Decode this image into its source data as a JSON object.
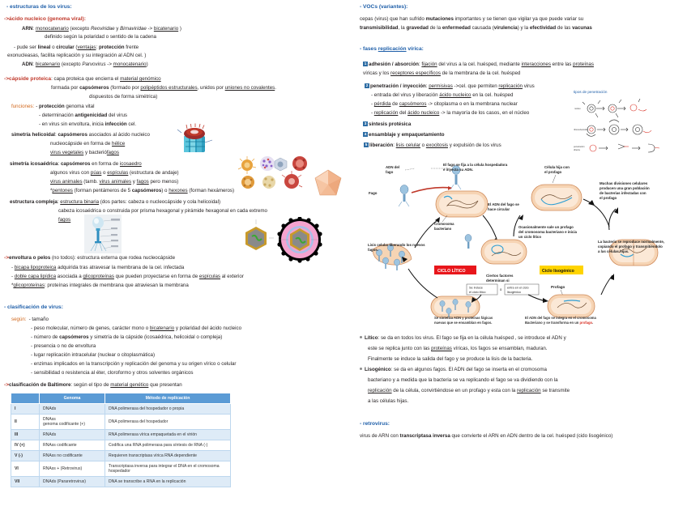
{
  "left": {
    "s1_title": "- estructuras de los virus:",
    "s1_sub1_title": "ácido nucleico (genoma viral):",
    "s1_arn_label": "ARN",
    "s1_arn_text": ": monocatenario (excepto Reoviridae y Birnaviridae -> bicatenario )",
    "s1_arn_line2": "definido según la polaridad o sentido de la cadena",
    "s1_lin_l1": "- pude ser lineal o circular (ventajas: protección frente",
    "s1_lin_l2": "exonucleasas, facilita replicación y su integración al ADN cel. )",
    "s1_adn_label": "ADN",
    "s1_adn_text": ": bicatenario (excepto Parvovirus -> monocatenario)",
    "s2_title": "cápside proteica",
    "s2_l1": ": capa proteica que encierra el material genómico",
    "s2_l2": "formada por capsómeros (formado por polipéptidos estructurales, unidos por uniones no covalentes.",
    "s2_l3": "dispuestos de forma simétrica)",
    "s2_func_label": "funciones:",
    "s2_func1": "- protección genoma vital",
    "s2_func2": "- determinación antigenicidad del virus",
    "s2_func3": "- en virus sin envoltura, inicia infección cel.",
    "helical_title": "simetría helicoidal",
    "helical_l1": ": capsómeros asociados al ácido nucleico",
    "helical_l2": "nucleocápside en forma de hélice",
    "helical_l3": "virus vegetales y bacteriófagos",
    "icos_title": "simetría icosaédrica",
    "icos_l1": ": capsómeros en forma de icosaedro",
    "icos_l2": "algunos virus con púas o espículas (estructura de andaje)",
    "icos_l3": "virus animales (tamb. virus animales y fagos pero menos)",
    "icos_l4": "*pentones (forman pentámeros de 5 capsómeros) o hexones (forman hexámeros)",
    "cplx_title": "estructura compleja",
    "cplx_l1": ": estructura binaria (dos partes: cabeza o nucleocápside y cola helicoidal)",
    "cplx_l2": "cabeza icosaédrica o construida por prisma hexagonal y pirámide hexagonal en cada extremo",
    "cplx_l3": "fagos",
    "env_title": "envoltura o pelos",
    "env_l0": " (no todos): estructura externa que rodea nucleocápside",
    "env_l1": "- bicapa lipoproteica adquirida tras atravesar la membrana de la cel. infectada",
    "env_l2": "- doble capa lipídica asociada a glicoproteínas que pueden proyectarse en forma de espículas al exterior",
    "env_l3": "*glicoproteínas: proteínas integrales de membrana que atraviesan la membrana",
    "clas_title": "- clasificación de virus:",
    "clas_segun": "según:",
    "clas_i1": "- tamaño",
    "clas_i2": "- peso molecular, número de genes, carácter mono o bicatenario y polaridad del ácido nucleico",
    "clas_i3": "- número de capsómeros y simetría de la cápside (icosaédrica, helicoidal o compleja)",
    "clas_i4": "- presencia o no de envoltura",
    "clas_i5": "- lugar replicación intracelular (nuclear o citoplasmática)",
    "clas_i6": "- enzimas implicados en la transcripción y replicación del genoma y su origen vírico o celular",
    "clas_i7": "- sensibilidad o resistencia al éter, cloroformo y otros solventes orgánicos",
    "balt_title": "clasificación de Baltimore",
    "balt_sub": ": según el tipo de material genético que presentan",
    "table": {
      "headers": [
        "",
        "Genoma",
        "Método de replicación"
      ],
      "rows": [
        [
          "I",
          "DNAds",
          "DNA polimerasa del hospedador o propia"
        ],
        [
          "II",
          "DNAss\ngenoma codificante (+)",
          "DNA polimerasa del hospedador"
        ],
        [
          "III",
          "RNAds",
          "RNA polimerasa vírica empaquetada en el virión"
        ],
        [
          "IV (+)",
          "RNAss codificante",
          "Codifica una RNA polimerasa para síntesis de RNA (-)"
        ],
        [
          "V (-)",
          "RNAss no codificante",
          "Requieren transcriptasa vírica RNA dependiente"
        ],
        [
          "VI",
          "RNAss + (Retrovirus)",
          "Transcriptasa inversa para integrar el DNA en el cromosoma hospedador"
        ],
        [
          "VII",
          "DNAds (Pararetrovirus)",
          "DNA se transcribe a RNA en la replicación"
        ]
      ]
    }
  },
  "right": {
    "voc_title": "- VOCs (variantes):",
    "voc_l1": "cepas (virus) que han sufrido mutaciones importantes y se tienen que vigilar ya que puede variar su",
    "voc_l2": "transmisibilidad, la gravedad de la enfermedad causada (virulencia) y la efectividad de las vacunas",
    "fases_title": "- fases replicación vírica:",
    "f1_num": "1",
    "f1_title": "adhesión / absorción",
    "f1_l1": ": fijación del virus a la cel. huésped, mediante interacciones entre las proteínas",
    "f1_l2": "víricas y los receptores específicos de la membrana de la cel. huésped",
    "f2_num": "2",
    "f2_title": "penetración / inyección",
    "f2_l0": ": permisivas ->cel. que permiten replicación virus",
    "f2_l1": "- entrada del virus y liberación ácido nucleico en la cel. huésped",
    "f2_l2": "- pérdida de capsómeros -> citoplasma o en la membrana nuclear",
    "f2_l3": "- replicación del ácido nucleico -> la mayoría de los casos, en el núcleo",
    "f3_num": "3",
    "f3_title": "síntesis protésica",
    "f4_num": "4",
    "f4_title": "ensamblaje y empaquetamiento",
    "f5_num": "5",
    "f5_title": "liberación",
    "f5_l0": ": lisis celular o exocitosis y expulsión de los virus",
    "pen_caption": "tipos de penetración",
    "pen_labels": [
      "núcleo",
      "ribonucleósidos",
      "penetración directa"
    ],
    "cycle": {
      "adn_fago": "ADN del\nfago",
      "fago": "Fago",
      "fija": "El fago se fija a la célula hospedadora\ne inyecta su ADN.",
      "cromosoma": "Cromosoma\nbacteriano",
      "circular": "El ADN del fago se\nhace circular",
      "hija": "Célula hija con\nel profago",
      "divisiones": "Muchas divisiones celulares\nproducen una gran población\nde bacterias infectadas con\nel profago",
      "ocasional": "Ocasionalmente sale un profago\ndel cromosoma bacteriano e inicia\nun ciclo lítico",
      "lisis": "Lisis celular liberando los nuevos\nfagos.",
      "ciclo_litico": "CICLO LÍTICO",
      "ciclo_lisogenico": "Ciclo lisogénico",
      "factores": "Ciertos factores\ndeterminan si",
      "induce": "Se induce\nel ciclo lítico",
      "o": "o",
      "entra": "entra en el ciclo\nlisogénico",
      "profago": "Profago",
      "reproduce": "La bacteria se reproduce normalmente,\ncopiando el profago y transmitiéndolo\na las células hijas.",
      "sintetiza": "Se sintetiza ADN y proteínas fágicas\nnuevas que se ensamblan en fagos.",
      "integra": "El ADN del fago se integra en el cromosoma\nBacteriano y se transforma en un profago.",
      "integra_red": "profago"
    },
    "litico_label": "Lítico",
    "litico_l1": ": se da en todos los virus. El fago se fija en la célula huésped , se introduce el ADN y",
    "litico_l2": "este se replica junto con las proteínas víricas, los fagos se ensamblan, maduran.",
    "litico_l3": "Finalmente se induce la salida del fago y se produce la lisis de la bacteria.",
    "liso_label": "Lisogénico",
    "liso_l1": ": se da en algunos fagos. El ADN del fago se inserta en el cromosoma",
    "liso_l2": "bacteriano y a medida que la bacteria se va replicando el fago se va dividiendo con la",
    "liso_l3": "replicación de la célula, convirtiéndose en un profago y esta con la replicación se transmite",
    "liso_l4": "a las células hijas.",
    "retro_title": "- retrovirus:",
    "retro_l1": "virus de ARN con transcriptasa inversa que convierte el ARN en ADN dentro de la cel. huésped (cido lisogénico)"
  },
  "colors": {
    "heading_blue": "#1f5fa9",
    "arrow_red": "#c0392b",
    "orange": "#d2691e",
    "table_header": "#5b9bd5",
    "table_row": "#deebf7",
    "num_badge": "#2e6da4",
    "lytic_red": "#e8161b",
    "lysogenic_yellow": "#ffd400"
  }
}
